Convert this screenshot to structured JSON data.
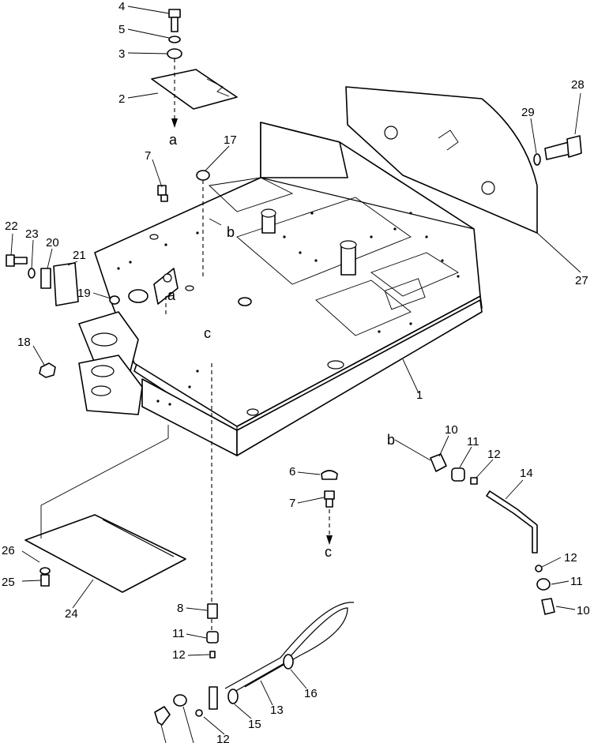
{
  "part_numbers": [
    "1",
    "2",
    "3",
    "4",
    "5",
    "6",
    "7",
    "7",
    "8",
    "10",
    "10",
    "11",
    "11",
    "11",
    "12",
    "12",
    "12",
    "12",
    "13",
    "14",
    "15",
    "16",
    "17",
    "18",
    "19",
    "20",
    "21",
    "22",
    "23",
    "24",
    "25",
    "26",
    "27",
    "28",
    "29"
  ],
  "connection_letters": [
    "a",
    "a",
    "b",
    "b",
    "c",
    "c"
  ]
}
